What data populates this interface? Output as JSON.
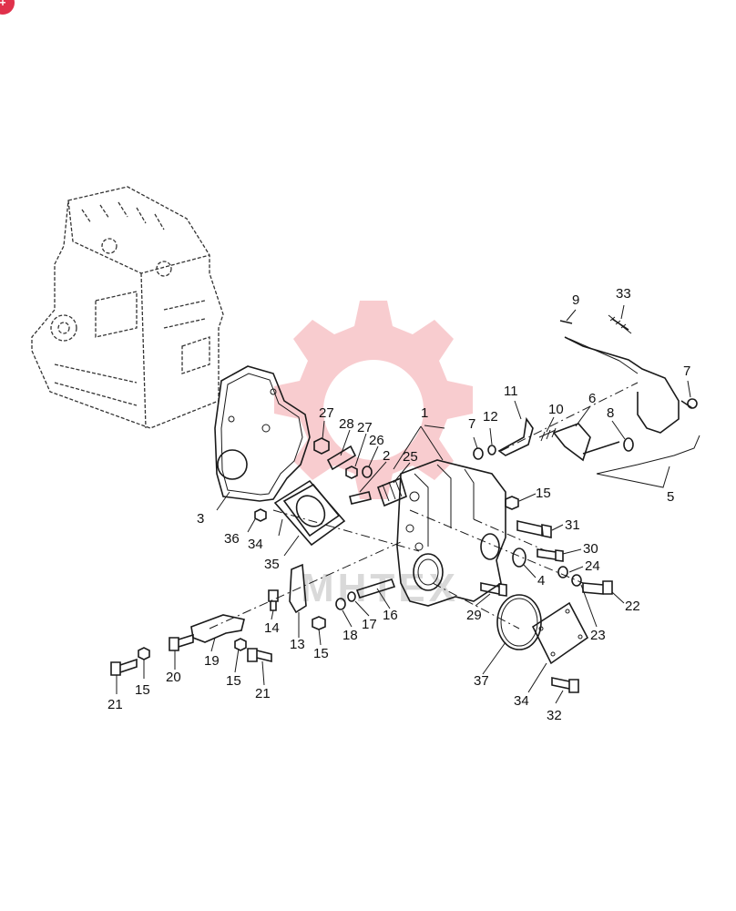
{
  "badge": {
    "text": "+"
  },
  "watermark": {
    "text": "MHTEX",
    "color": "#f2a3a8"
  },
  "part_labels": [
    {
      "id": "l1",
      "text": "1"
    },
    {
      "id": "l2",
      "text": "2"
    },
    {
      "id": "l3",
      "text": "3"
    },
    {
      "id": "l4",
      "text": "4"
    },
    {
      "id": "l5",
      "text": "5"
    },
    {
      "id": "l6",
      "text": "6"
    },
    {
      "id": "l7a",
      "text": "7"
    },
    {
      "id": "l7b",
      "text": "7"
    },
    {
      "id": "l8",
      "text": "8"
    },
    {
      "id": "l9",
      "text": "9"
    },
    {
      "id": "l10",
      "text": "10"
    },
    {
      "id": "l11",
      "text": "11"
    },
    {
      "id": "l12",
      "text": "12"
    },
    {
      "id": "l13",
      "text": "13"
    },
    {
      "id": "l14",
      "text": "14"
    },
    {
      "id": "l15a",
      "text": "15"
    },
    {
      "id": "l15b",
      "text": "15"
    },
    {
      "id": "l15c",
      "text": "15"
    },
    {
      "id": "l15d",
      "text": "15"
    },
    {
      "id": "l16",
      "text": "16"
    },
    {
      "id": "l17",
      "text": "17"
    },
    {
      "id": "l18",
      "text": "18"
    },
    {
      "id": "l19",
      "text": "19"
    },
    {
      "id": "l20",
      "text": "20"
    },
    {
      "id": "l21a",
      "text": "21"
    },
    {
      "id": "l21b",
      "text": "21"
    },
    {
      "id": "l22",
      "text": "22"
    },
    {
      "id": "l23",
      "text": "23"
    },
    {
      "id": "l24",
      "text": "24"
    },
    {
      "id": "l25",
      "text": "25"
    },
    {
      "id": "l26",
      "text": "26"
    },
    {
      "id": "l27a",
      "text": "27"
    },
    {
      "id": "l27b",
      "text": "27"
    },
    {
      "id": "l28",
      "text": "28"
    },
    {
      "id": "l29",
      "text": "29"
    },
    {
      "id": "l30",
      "text": "30"
    },
    {
      "id": "l31",
      "text": "31"
    },
    {
      "id": "l32",
      "text": "32"
    },
    {
      "id": "l33",
      "text": "33"
    },
    {
      "id": "l34a",
      "text": "34"
    },
    {
      "id": "l34b",
      "text": "34"
    },
    {
      "id": "l35",
      "text": "35"
    },
    {
      "id": "l36",
      "text": "36"
    },
    {
      "id": "l37",
      "text": "37"
    }
  ]
}
